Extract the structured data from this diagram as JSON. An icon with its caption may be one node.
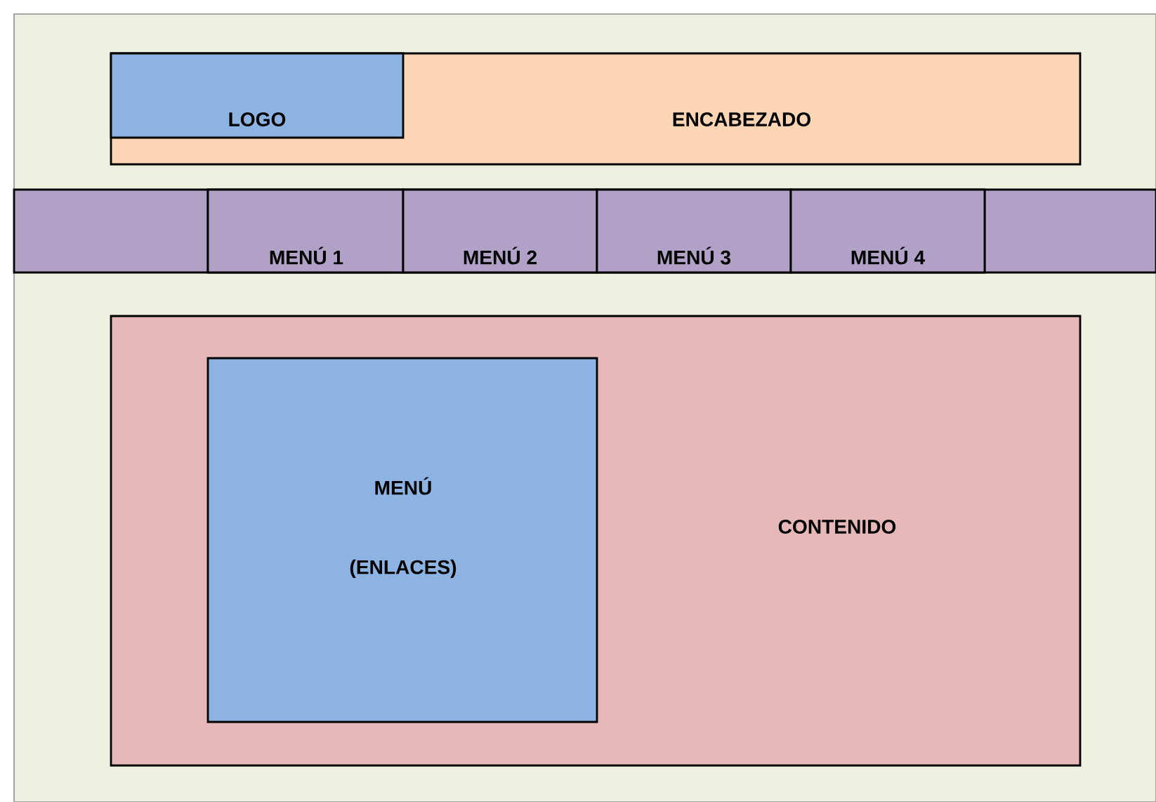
{
  "diagram": {
    "nodes": [
      {
        "text": [
          "ENCABEZADO"
        ]
      },
      {
        "text": [
          "LOGO"
        ],
        "in": 0
      },
      {
        "text": [],
        "shape": "bar"
      },
      {
        "text": [
          "MENÚ 1"
        ],
        "in": 2
      },
      {
        "text": [
          "MENÚ 2"
        ],
        "in": 2
      },
      {
        "text": [
          "MENÚ 3"
        ],
        "in": 2
      },
      {
        "text": [
          "MENÚ 4"
        ],
        "in": 2
      },
      {
        "text": [
          "CONTENIDO"
        ]
      },
      {
        "text": [
          "MENÚ",
          "(ENLACES)"
        ],
        "in": 7
      }
    ],
    "edges": []
  }
}
